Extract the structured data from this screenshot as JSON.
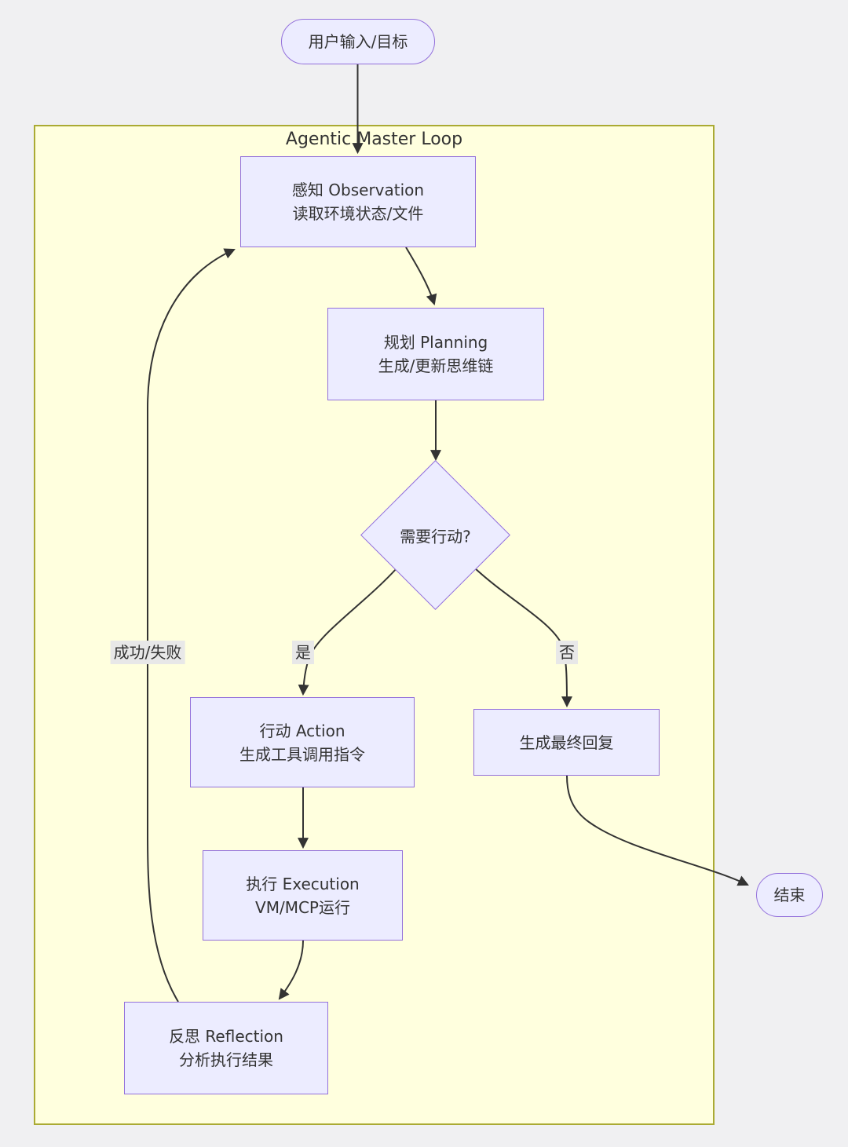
{
  "diagram": {
    "container_title": "Agentic Master Loop",
    "nodes": {
      "start": {
        "label": "用户输入/目标"
      },
      "observation": {
        "line1": "感知 Observation",
        "line2": "读取环境状态/文件"
      },
      "planning": {
        "line1": "规划 Planning",
        "line2": "生成/更新思维链"
      },
      "decision": {
        "label": "需要行动?"
      },
      "action": {
        "line1": "行动 Action",
        "line2": "生成工具调用指令"
      },
      "final_reply": {
        "label": "生成最终回复"
      },
      "execution": {
        "line1": "执行 Execution",
        "line2": "VM/MCP运行"
      },
      "reflection": {
        "line1": "反思 Reflection",
        "line2": "分析执行结果"
      },
      "end": {
        "label": "结束"
      }
    },
    "edge_labels": {
      "yes": "是",
      "no": "否",
      "loop": "成功/失败"
    },
    "colors": {
      "page_bg": "#f0f0f2",
      "container_fill": "#ffffde",
      "container_border": "#aaaa33",
      "node_fill": "#ececff",
      "node_border": "#9370db",
      "edge": "#333333",
      "label_bg": "#e8e8e8",
      "text": "#333333"
    }
  }
}
